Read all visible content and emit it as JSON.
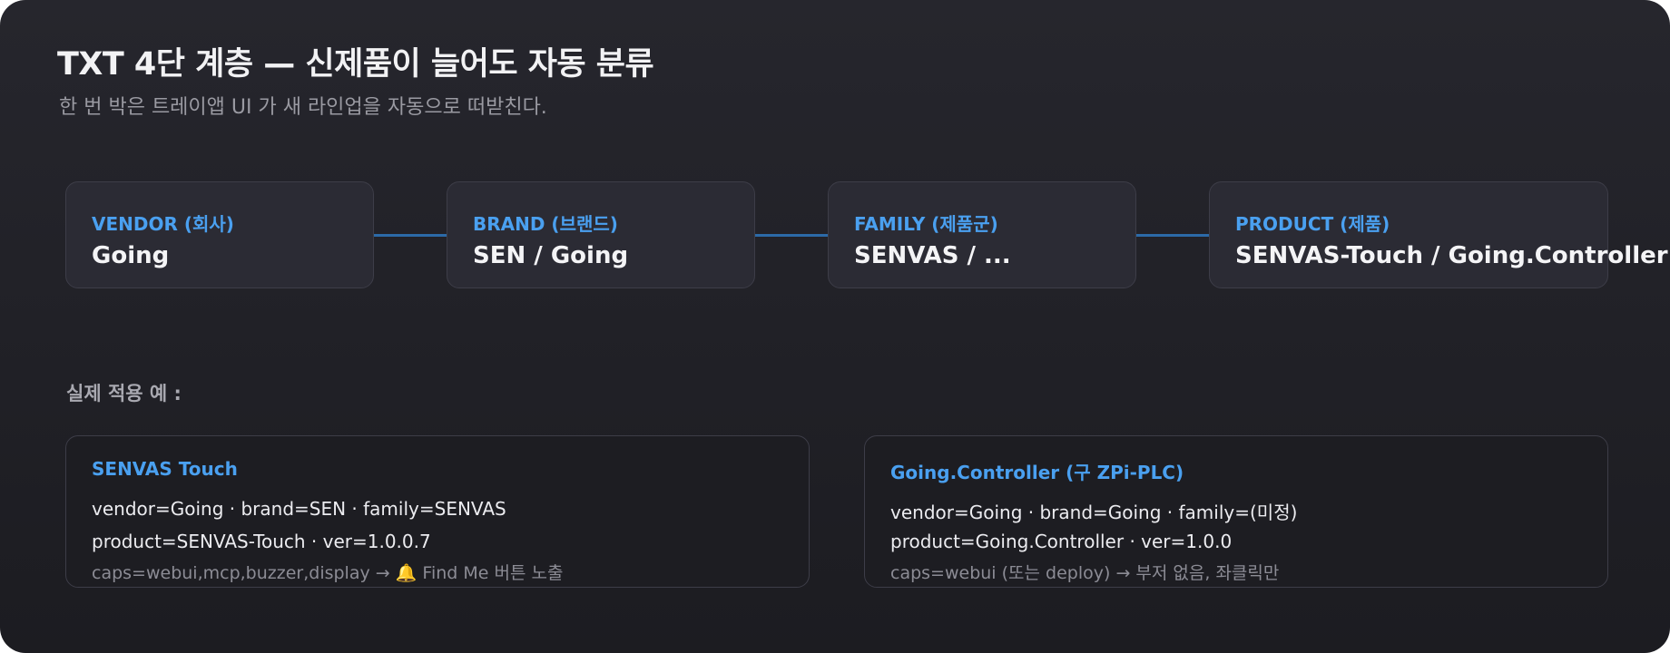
{
  "header": {
    "title": "TXT 4단 계층 — 신제품이 늘어도 자동 분류",
    "subtitle": "한 번 박은 트레이앱 UI 가 새 라인업을 자동으로 떠받친다."
  },
  "hierarchy": [
    {
      "label": "VENDOR (회사)",
      "value": "Going"
    },
    {
      "label": "BRAND (브랜드)",
      "value": "SEN / Going"
    },
    {
      "label": "FAMILY (제품군)",
      "value": "SENVAS / ..."
    },
    {
      "label": "PRODUCT (제품)",
      "value": "SENVAS-Touch / Going.Controller"
    }
  ],
  "examples_section": {
    "label": "실제 적용 예 :"
  },
  "examples": [
    {
      "title": "SENVAS Touch",
      "line1": "vendor=Going · brand=SEN · family=SENVAS",
      "line2": "product=SENVAS-Touch · ver=1.0.0.7",
      "caps": "caps=webui,mcp,buzzer,display → 🔔 Find Me 버튼 노출"
    },
    {
      "title": "Going.Controller (구 ZPi-PLC)",
      "line1": "vendor=Going · brand=Going · family=(미정)",
      "line2": "product=Going.Controller · ver=1.0.0",
      "caps": "caps=webui (또는 deploy) → 부저 없음, 좌클릭만"
    }
  ],
  "colors": {
    "accent": "#4aa0f0",
    "connector": "#2c6aa8",
    "background": "#222228"
  }
}
